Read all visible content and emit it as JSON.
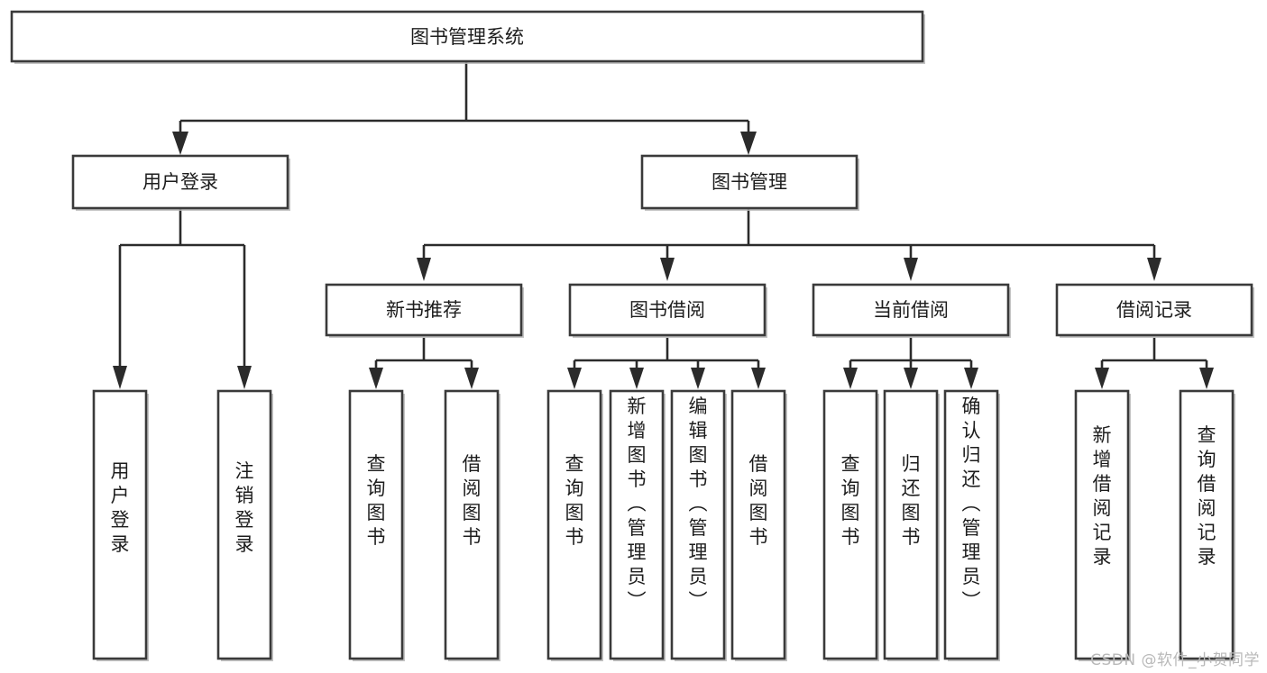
{
  "diagram": {
    "title": "图书管理系统",
    "type": "tree-hierarchy",
    "watermark": "CSDN @软件_小贺同学",
    "colors": {
      "box_stroke": "#3a3a3a",
      "connector": "#2b2b2b",
      "box_fill": "#ffffff",
      "text": "#1d1d1d",
      "watermark": "#b9b9b9",
      "background": "#ffffff"
    },
    "root": {
      "id": "root",
      "label": "图书管理系统",
      "orientation": "horizontal"
    },
    "level2": [
      {
        "id": "user-login",
        "label": "用户登录",
        "orientation": "horizontal"
      },
      {
        "id": "book-management",
        "label": "图书管理",
        "orientation": "horizontal"
      }
    ],
    "level3": [
      {
        "id": "new-book-recommend",
        "label": "新书推荐",
        "orientation": "horizontal",
        "parent": "book-management"
      },
      {
        "id": "book-borrow",
        "label": "图书借阅",
        "orientation": "horizontal",
        "parent": "book-management"
      },
      {
        "id": "current-borrow",
        "label": "当前借阅",
        "orientation": "horizontal",
        "parent": "book-management"
      },
      {
        "id": "borrow-record",
        "label": "借阅记录",
        "orientation": "horizontal",
        "parent": "book-management"
      }
    ],
    "leaves": {
      "user-login": [
        {
          "id": "leaf-user-login",
          "label": "用户登录",
          "orientation": "vertical"
        },
        {
          "id": "leaf-logout-login",
          "label": "注销登录",
          "orientation": "vertical"
        }
      ],
      "new-book-recommend": [
        {
          "id": "leaf-query-book-1",
          "label": "查询图书",
          "orientation": "vertical"
        },
        {
          "id": "leaf-borrow-book-1",
          "label": "借阅图书",
          "orientation": "vertical"
        }
      ],
      "book-borrow": [
        {
          "id": "leaf-query-book-2",
          "label": "查询图书",
          "orientation": "vertical"
        },
        {
          "id": "leaf-add-book-admin",
          "label": "新增图书（管理员）",
          "orientation": "vertical"
        },
        {
          "id": "leaf-edit-book-admin",
          "label": "编辑图书（管理员）",
          "orientation": "vertical"
        },
        {
          "id": "leaf-borrow-book-2",
          "label": "借阅图书",
          "orientation": "vertical"
        }
      ],
      "current-borrow": [
        {
          "id": "leaf-query-book-3",
          "label": "查询图书",
          "orientation": "vertical"
        },
        {
          "id": "leaf-return-book",
          "label": "归还图书",
          "orientation": "vertical"
        },
        {
          "id": "leaf-confirm-return-admin",
          "label": "确认归还（管理员）",
          "orientation": "vertical"
        }
      ],
      "borrow-record": [
        {
          "id": "leaf-add-borrow-record",
          "label": "新增借阅记录",
          "orientation": "vertical"
        },
        {
          "id": "leaf-query-borrow-record",
          "label": "查询借阅记录",
          "orientation": "vertical"
        }
      ]
    }
  }
}
